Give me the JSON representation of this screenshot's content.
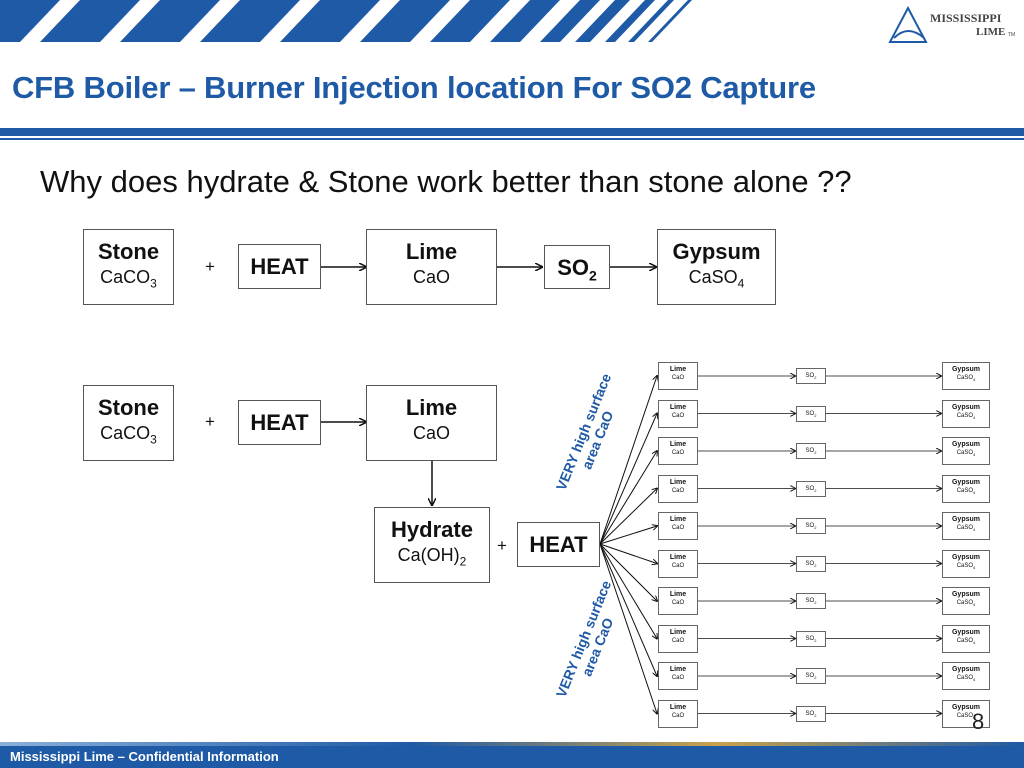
{
  "title": "CFB Boiler – Burner Injection location For SO2 Capture",
  "question": "Why does hydrate & Stone work better than stone alone ??",
  "logo": {
    "line1": "MISSISSIPPI",
    "line2": "LIME",
    "tm": "TM"
  },
  "row1": {
    "stone": {
      "label": "Stone",
      "formula": "CaCO",
      "sub": "3"
    },
    "plus": "+",
    "heat": "HEAT",
    "lime": {
      "label": "Lime",
      "formula": "CaO"
    },
    "so2": {
      "formula": "SO",
      "sub": "2"
    },
    "gypsum": {
      "label": "Gypsum",
      "formula": "CaSO",
      "sub": "4"
    }
  },
  "row2": {
    "stone": {
      "label": "Stone",
      "formula": "CaCO",
      "sub": "3"
    },
    "plus": "+",
    "heat": "HEAT",
    "lime": {
      "label": "Lime",
      "formula": "CaO"
    },
    "hydrate": {
      "label": "Hydrate",
      "formula": "Ca(OH)",
      "sub": "2"
    },
    "plus2": "+",
    "heat2": "HEAT"
  },
  "fan": {
    "lime_label": "Lime",
    "lime_formula": "CaO",
    "so2_label": "SO",
    "so2_sub": "2",
    "gypsum_label": "Gypsum",
    "gypsum_formula": "CaSO",
    "gypsum_sub": "4",
    "count": 10,
    "annotation_top": [
      "VERY high surface",
      "area CaO"
    ],
    "annotation_bottom": [
      "VERY high surface",
      "area CaO"
    ],
    "annotation_color": "#1f5aa6"
  },
  "footer": "Mississippi Lime – Confidential Information",
  "page_number": "8",
  "colors": {
    "brand": "#1f5aa6"
  }
}
